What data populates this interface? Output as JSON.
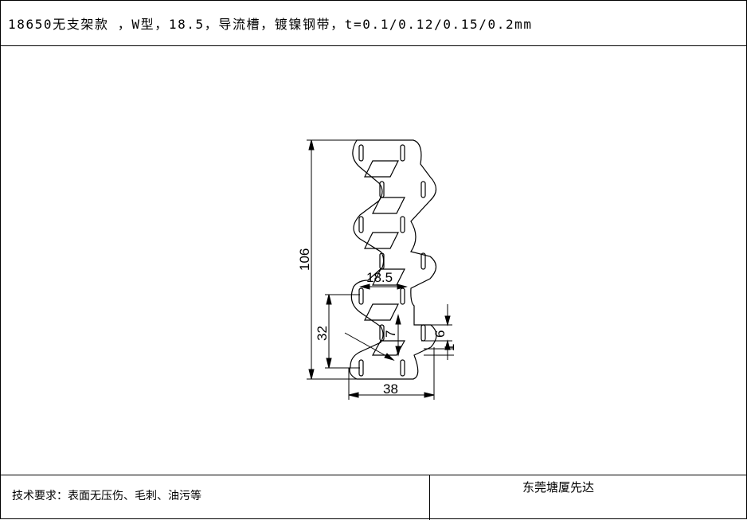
{
  "header": {
    "title": "18650无支架款 ，W型，18.5，导流槽，镀镍钢带，t=0.1/0.12/0.15/0.2mm"
  },
  "drawing": {
    "dimensions": {
      "total_height": "106",
      "pitch_height": "32",
      "pitch_width": "18.5",
      "total_width": "38",
      "slot_length": "6",
      "slot_width": "1",
      "inner_gap": "7"
    },
    "line_color": "#000000"
  },
  "footer": {
    "requirements": "技术要求：表面无压伤、毛刺、油污等",
    "company": "东莞塘厦先达"
  }
}
